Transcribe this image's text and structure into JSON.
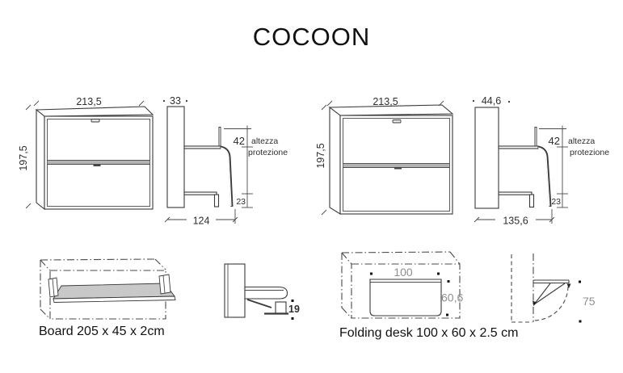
{
  "title": "COCOON",
  "colors": {
    "line": "#3a3a3a",
    "dim_gray": "#8f8f8f",
    "divider_gray": "#b3b3b3",
    "shelf_gray": "#c8c8c8"
  },
  "wardrobe_a": {
    "width": "213,5",
    "height": "197,5"
  },
  "bed_side_a": {
    "depth": "33",
    "protection_height": "42",
    "protection_word1": "altezza",
    "protection_word2": "protezione",
    "base_height": "23",
    "open_depth": "124"
  },
  "wardrobe_b": {
    "width": "213,5",
    "height": "197,5"
  },
  "bed_side_b": {
    "depth": "44,6",
    "protection_height": "42",
    "protection_word1": "altezza",
    "protection_word2": "protezione",
    "base_height": "23",
    "open_depth": "135,6"
  },
  "board": {
    "caption": "Board 205 x 45 x 2cm"
  },
  "board_side": {
    "thickness": "19"
  },
  "desk": {
    "caption": "Folding desk 100 x 60 x 2.5 cm",
    "width": "100",
    "height": "60,6"
  },
  "desk_side": {
    "extension": "75"
  }
}
